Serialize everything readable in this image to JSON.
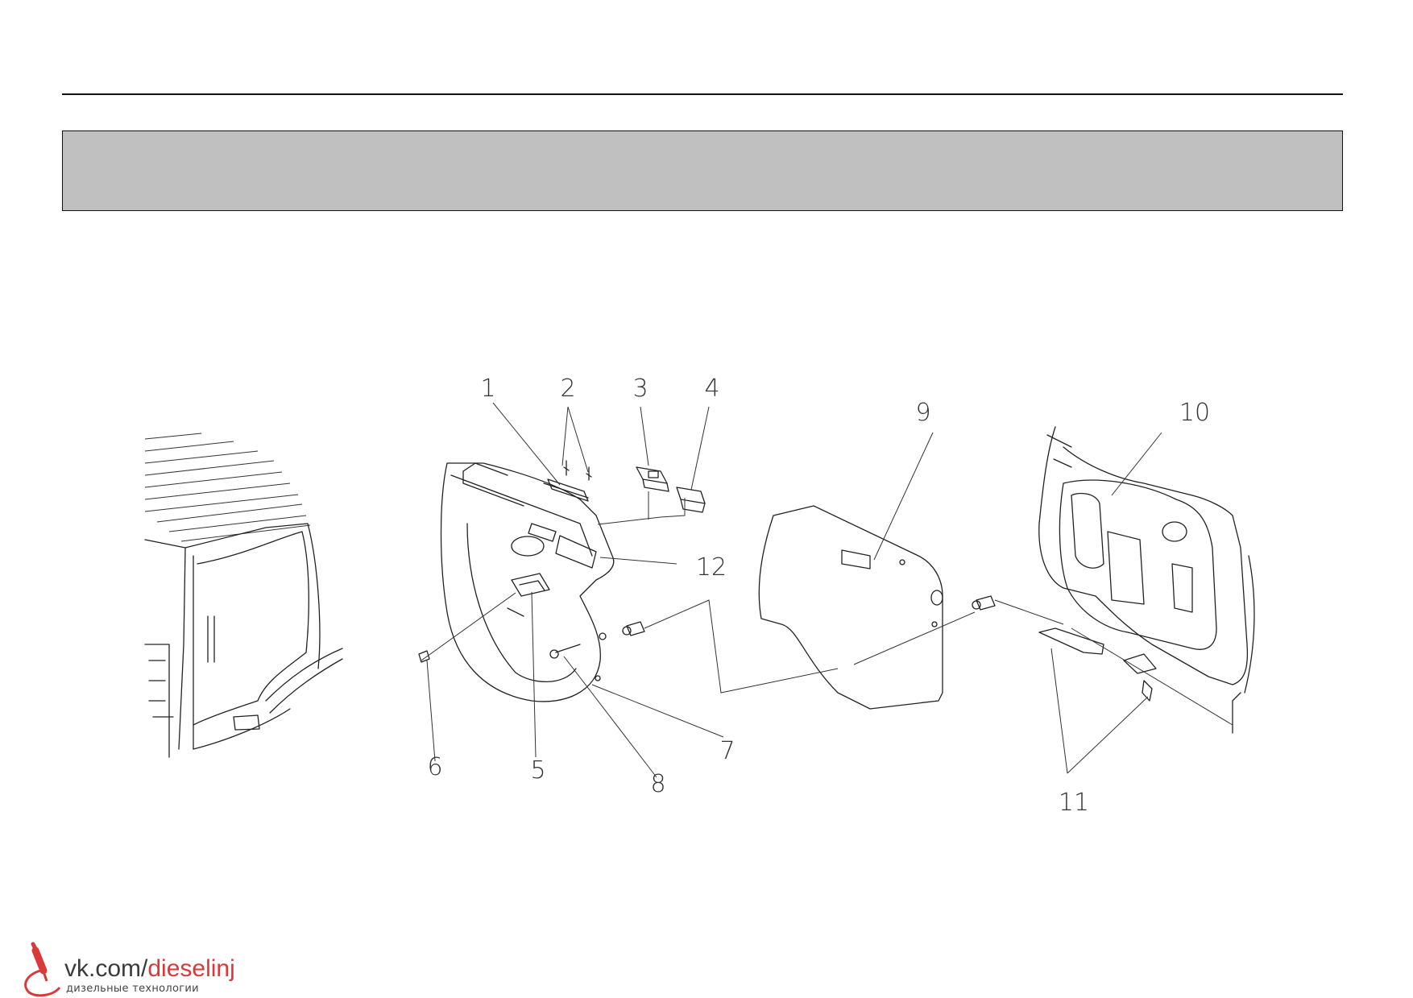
{
  "header": {
    "title": ""
  },
  "callouts": {
    "c1": "1",
    "c2": "2",
    "c3": "3",
    "c4": "4",
    "c5": "5",
    "c6": "6",
    "c7": "7",
    "c8": "8",
    "c9": "9",
    "c10": "10",
    "c11": "11",
    "c12": "12"
  },
  "watermark": {
    "url_prefix": "vk.com/",
    "url_accent": "dieselinj",
    "subtitle": "дизельные технологии",
    "accent_color": "#d83a3a"
  }
}
